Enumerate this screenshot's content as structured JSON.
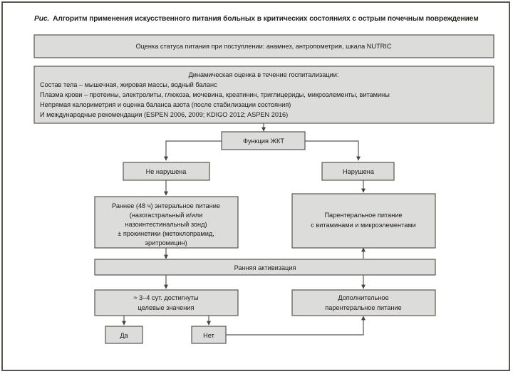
{
  "figure": {
    "label": "Рис.",
    "title": "Алгоритм применения искусственного питания больных в критических состояниях с острым почечным повреждением"
  },
  "colors": {
    "node_fill": "#dcdcda",
    "node_border": "#5b554f",
    "frame_border": "#5b554f",
    "text": "#1e1a18",
    "background": "#ffffff"
  },
  "nodes": {
    "assessment_admission": {
      "lines": [
        "Оценка статуса питания при поступлении: анамнез, антропометрия, шкала NUTRIC"
      ],
      "align": "center"
    },
    "dynamic_assessment": {
      "heading": "Динамическая оценка в течение госпитализации:",
      "lines": [
        "Состав тела – мышечная, жировая массы, водный баланс",
        "Плазма крови – протеины, электролиты, глюкоза, мочевина, креатинин, триглицериды, микроэлементы, витамины",
        "Непрямая калориметрия и оценка баланса азота (после стабилизации состояния)",
        "И международные рекомендации (ESPEN 2006, 2009; KDIGO 2012; ASPEN 2016)"
      ],
      "align": "left"
    },
    "gi_function": {
      "lines": [
        "Функция ЖКТ"
      ],
      "align": "center"
    },
    "gi_intact": {
      "lines": [
        "Не нарушена"
      ],
      "align": "center"
    },
    "gi_impaired": {
      "lines": [
        "Нарушена"
      ],
      "align": "center"
    },
    "early_enteral": {
      "lines": [
        "Раннее (48 ч) энтеральное питание",
        "(назогастральный и/или",
        "назоинтестинальный зонд)",
        "± прокинетики (метоклопрамид,",
        "эритромицин)"
      ],
      "align": "center"
    },
    "parenteral": {
      "lines": [
        "Парентеральное питание",
        "с витаминами и микроэлементами"
      ],
      "align": "center"
    },
    "early_mobilization": {
      "lines": [
        "Ранняя активизация"
      ],
      "align": "center"
    },
    "targets_reached": {
      "lines": [
        "≈ 3–4 сут. достигнуты",
        "целевые значения"
      ],
      "align": "center"
    },
    "supplemental_parenteral": {
      "lines": [
        "Дополнительное",
        "парентеральное питание"
      ],
      "align": "center"
    },
    "yes": {
      "lines": [
        "Да"
      ],
      "align": "center"
    },
    "no": {
      "lines": [
        "Нет"
      ],
      "align": "center"
    }
  }
}
